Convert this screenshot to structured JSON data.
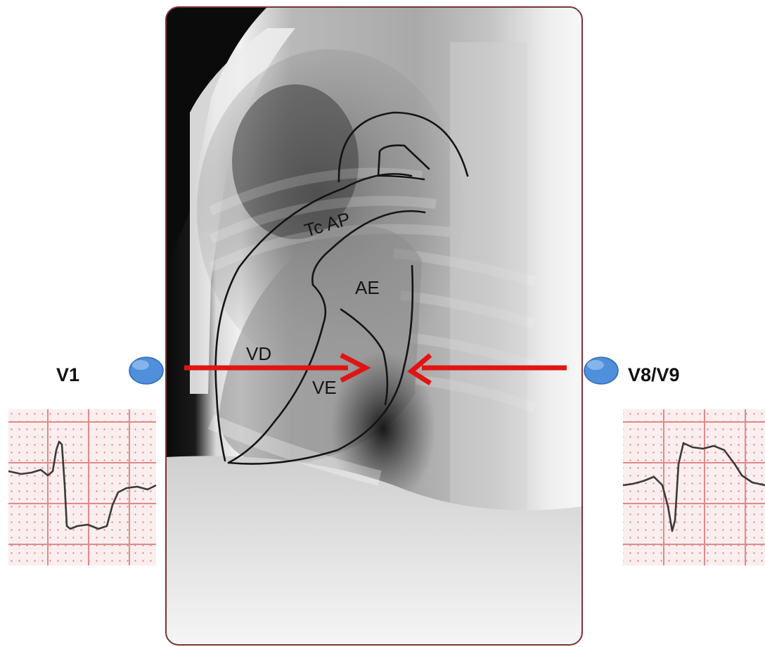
{
  "labels": {
    "right_ventricle": "VD",
    "left_ventricle": "VE",
    "left_atrium": "AE",
    "pulmonary_trunk": "Tc AP",
    "lead_anterior": "V1",
    "lead_posterior": "V8/V9"
  },
  "colors": {
    "arrow": "#e11414",
    "electrode": "#4f8fdc",
    "ecg_grid_major": "#e08a8a",
    "ecg_grid_minor": "#e8a6a6",
    "ecg_paper": "#fbeeee",
    "ecg_trace": "#3a3a3a",
    "outline": "#141414"
  },
  "icons": {
    "electrode_left": "electrode-dot-icon",
    "electrode_right": "electrode-dot-icon",
    "arrow_left": "arrow-right-icon",
    "arrow_right": "arrow-left-icon"
  }
}
